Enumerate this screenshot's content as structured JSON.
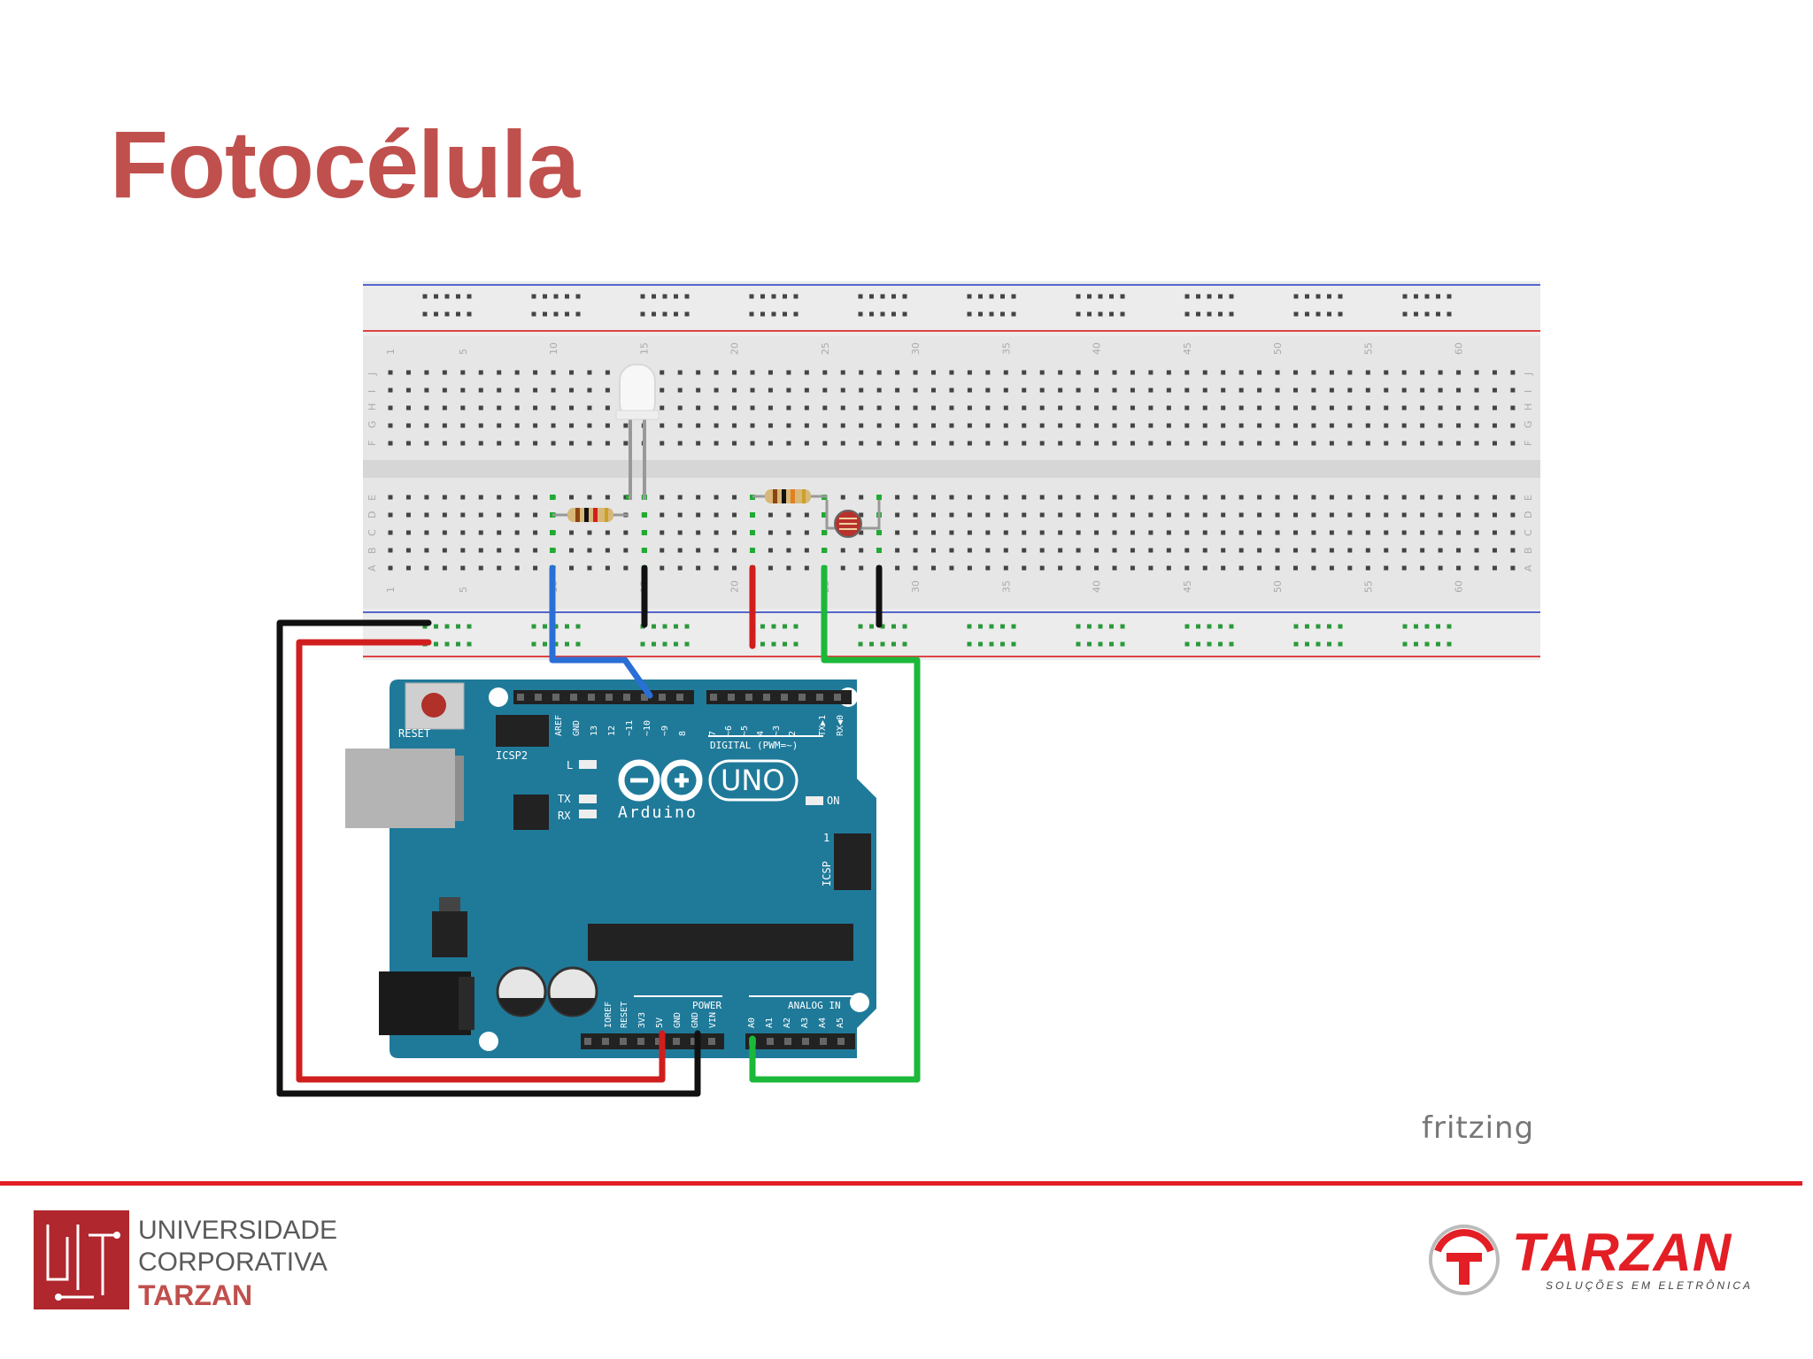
{
  "slide": {
    "title": "Fotocélula"
  },
  "circuit": {
    "credit": "fritzing",
    "breadboard": {
      "column_numbers": [
        "1",
        "5",
        "10",
        "15",
        "20",
        "25",
        "30",
        "35",
        "40",
        "45",
        "50",
        "55",
        "60"
      ],
      "row_letters_top": [
        "J",
        "I",
        "H",
        "G",
        "F"
      ],
      "row_letters_bottom": [
        "E",
        "D",
        "C",
        "B",
        "A"
      ]
    },
    "arduino": {
      "brand": "Arduino",
      "model": "UNO",
      "reset_label": "RESET",
      "icsp2_label": "ICSP2",
      "icsp_label": "ICSP",
      "digital_label": "DIGITAL (PWM=~)",
      "power_label": "POWER",
      "analog_label": "ANALOG IN",
      "led_l": "L",
      "led_tx": "TX",
      "led_rx": "RX",
      "led_on": "ON",
      "icsp_pin1": "1",
      "top_pins": [
        "AREF",
        "GND",
        "13",
        "12",
        "~11",
        "~10",
        "~9",
        "8",
        "7",
        "~6",
        "~5",
        "4",
        "~3",
        "2",
        "TX▶1",
        "RX◀0"
      ],
      "power_pins": [
        "IOREF",
        "RESET",
        "3V3",
        "5V",
        "GND",
        "GND",
        "VIN"
      ],
      "analog_pins": [
        "A0",
        "A1",
        "A2",
        "A3",
        "A4",
        "A5"
      ]
    }
  },
  "footer": {
    "uct_line1": "UNIVERSIDADE",
    "uct_line2": "CORPORATIVA",
    "uct_line3": "TARZAN",
    "tarzan_name": "TARZAN",
    "tarzan_tagline": "SOLUÇÕES EM ELETRÔNICA"
  },
  "colors": {
    "title": "#c0504d",
    "arduino_board": "#1f7a9a",
    "wire_red": "#d01e1e",
    "wire_black": "#111111",
    "wire_blue": "#2a6fd6",
    "wire_green": "#1bb83a",
    "footer_rule": "#e31e24"
  }
}
